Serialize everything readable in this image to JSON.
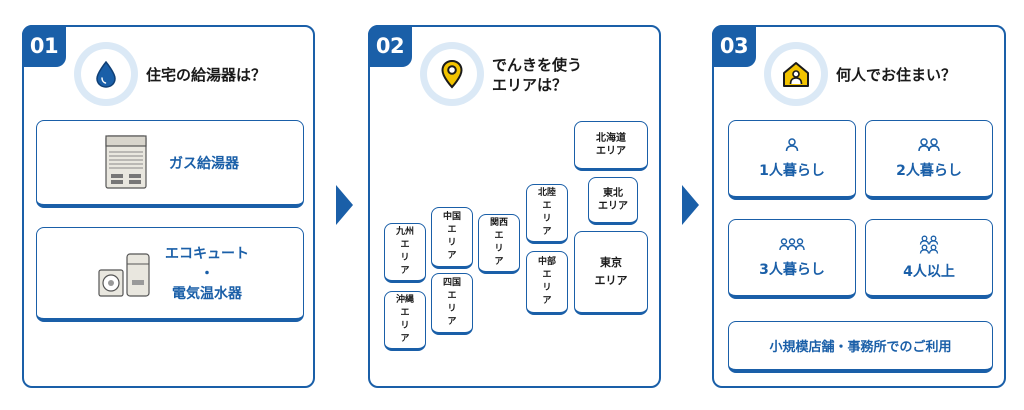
{
  "steps": [
    {
      "num": "01",
      "title": "住宅の給湯器は？",
      "icon": "water-drop-icon",
      "options": [
        {
          "label": "ガス給湯器",
          "icon": "gas-water-heater-icon"
        },
        {
          "label_lines": [
            "エコキュート",
            "・",
            "電気温水器"
          ],
          "icon": "eco-cute-icon"
        }
      ]
    },
    {
      "num": "02",
      "title_lines": [
        "でんきを使う",
        "エリアは？"
      ],
      "icon": "location-pin-icon",
      "areas": {
        "hokkaido": "北海道\nエリア",
        "tohoku": "東北\nエリア",
        "hokuriku": "北陸\nエ\nリ\nア",
        "tokyo": "東京\nエリア",
        "chubu": "中部\nエ\nリ\nア",
        "kansai": "関西\nエ\nリ\nア",
        "chugoku": "中国\nエ\nリ\nア",
        "shikoku": "四国\nエ\nリ\nア",
        "kyushu": "九州\nエ\nリ\nア",
        "okinawa": "沖縄\nエ\nリ\nア"
      }
    },
    {
      "num": "03",
      "title": "何人でお住まい？",
      "icon": "home-icon",
      "options": [
        {
          "label": "1人暮らし"
        },
        {
          "label": "2人暮らし"
        },
        {
          "label": "3人暮らし"
        },
        {
          "label": "4人以上"
        },
        {
          "label": "小規模店舗・事務所でのご利用"
        }
      ]
    }
  ],
  "colors": {
    "accent": "#1a5fa8",
    "circle": "#dbe9f6",
    "pin": "#f2c300"
  }
}
